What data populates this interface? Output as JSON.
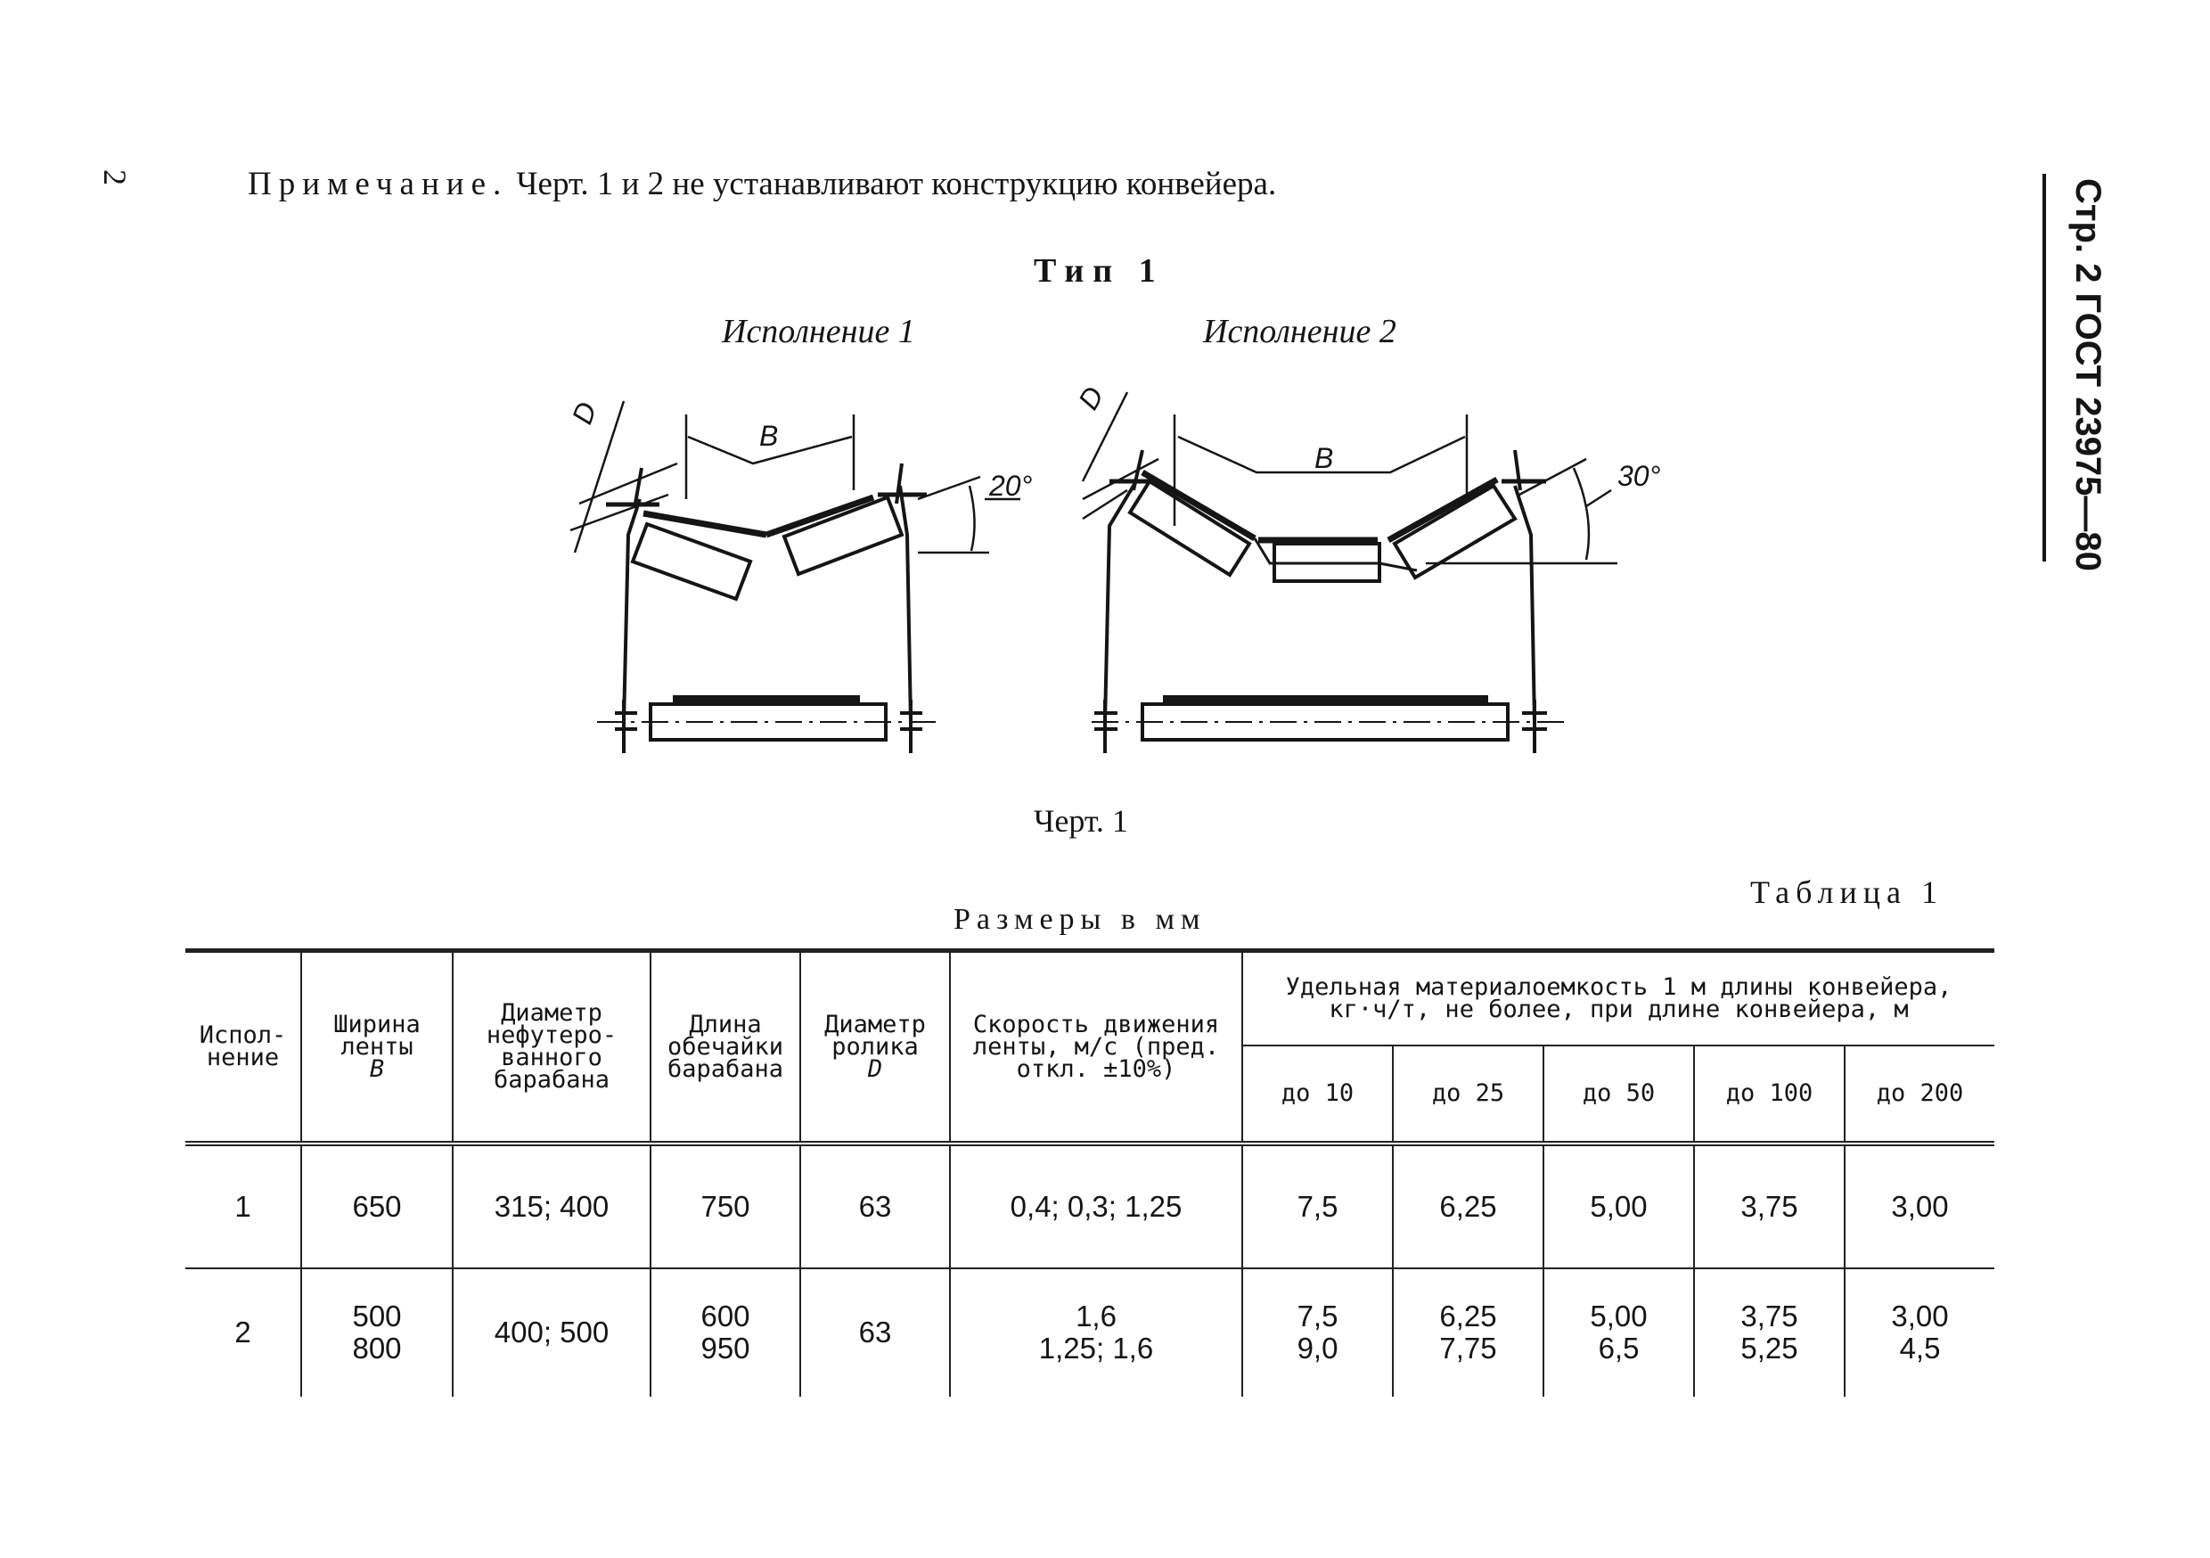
{
  "page": {
    "number": "2",
    "side_header": "Стр. 2 ГОСТ 23975—80",
    "note_label": "Примечание.",
    "note_text": " Черт. 1 и 2 не устанавливают конструкцию конвейера.",
    "type_title": "Тип 1",
    "variant_1": "Исполнение 1",
    "variant_2": "Исполнение 2",
    "caption": "Черт. 1",
    "table_number": "Таблица 1",
    "sizes_note": "Размеры в мм"
  },
  "drawing": {
    "label_d1": "D",
    "label_b1": "B",
    "angle1": "20°",
    "label_d2": "D",
    "label_b2": "B",
    "angle2": "30°"
  },
  "table": {
    "headers": {
      "variant": "Испол-нение",
      "belt_width": "Ширина ленты",
      "belt_width_sym": "B",
      "drum_diameter": "Диаметр нефутеро-ванного барабана",
      "shell_length": "Длина обечайки барабана",
      "roller_diameter": "Диаметр ролика",
      "roller_diameter_sym": "D",
      "speed": "Скорость движения ленты, м/с (пред. откл. ±10%)",
      "specific": "Удельная материалоемкость 1 м длины конвейера, кг·ч/т, не более, при длине конвейера, м",
      "len_10": "до 10",
      "len_25": "до 25",
      "len_50": "до 50",
      "len_100": "до 100",
      "len_200": "до 200"
    },
    "rows": [
      {
        "variant": "1",
        "belt_width_a": "650",
        "belt_width_b": "",
        "drum_diameter": "315; 400",
        "shell_length_a": "750",
        "shell_length_b": "",
        "roller_diameter": "63",
        "speed_a": "0,4; 0,3; 1,25",
        "speed_b": "",
        "l10_a": "7,5",
        "l10_b": "",
        "l25_a": "6,25",
        "l25_b": "",
        "l50_a": "5,00",
        "l50_b": "",
        "l100_a": "3,75",
        "l100_b": "",
        "l200_a": "3,00",
        "l200_b": ""
      },
      {
        "variant": "2",
        "belt_width_a": "500",
        "belt_width_b": "800",
        "drum_diameter": "400; 500",
        "shell_length_a": "600",
        "shell_length_b": "950",
        "roller_diameter": "63",
        "speed_a": "1,6",
        "speed_b": "1,25; 1,6",
        "l10_a": "7,5",
        "l10_b": "9,0",
        "l25_a": "6,25",
        "l25_b": "7,75",
        "l50_a": "5,00",
        "l50_b": "6,5",
        "l100_a": "3,75",
        "l100_b": "5,25",
        "l200_a": "3,00",
        "l200_b": "4,5"
      }
    ]
  }
}
